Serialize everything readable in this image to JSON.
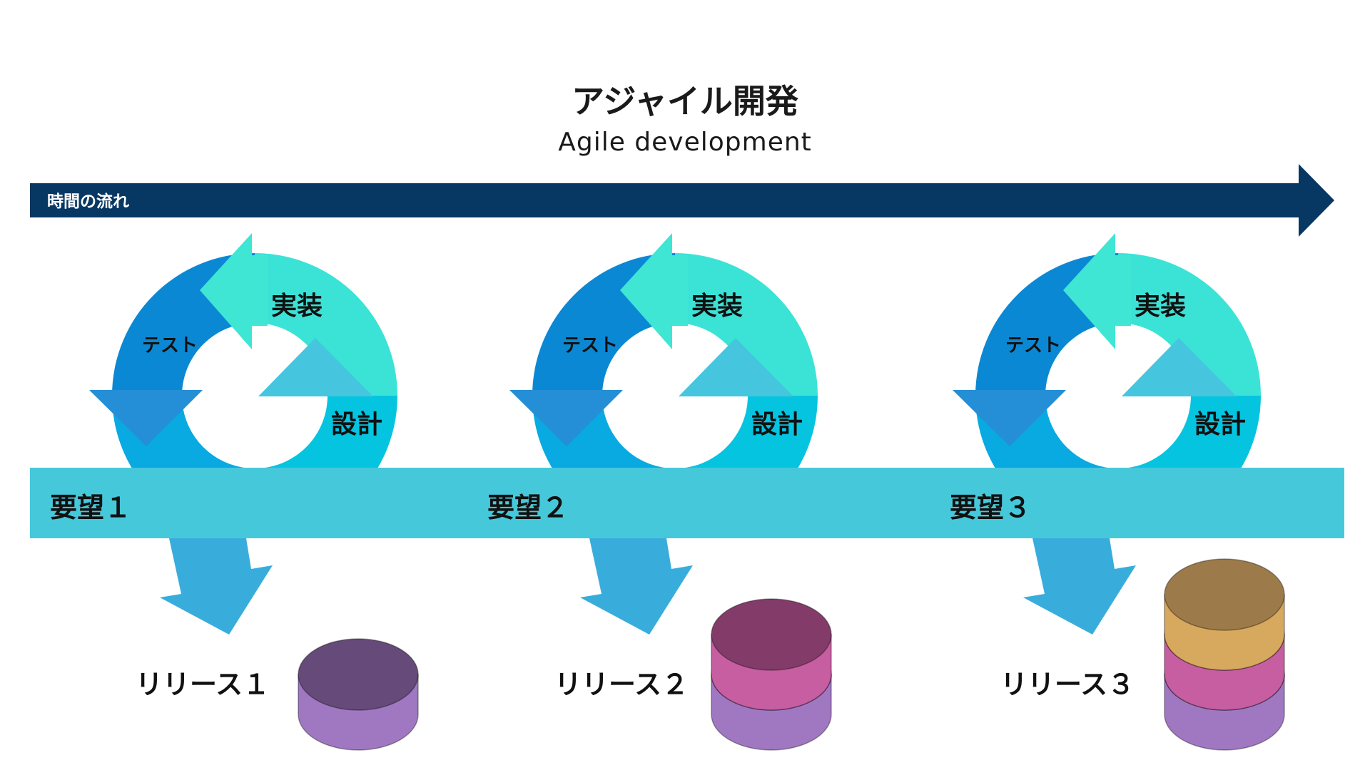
{
  "title": "アジャイル開発",
  "subtitle": "Agile development",
  "timeline": {
    "label": "時間の流れ",
    "color": "#073763"
  },
  "requirements_band": {
    "color": "#46C8DB"
  },
  "cycle_labels": {
    "implementation": "実装",
    "test": "テスト",
    "design": "設計"
  },
  "cycle_colors": {
    "implementation": "#3BE3D6",
    "test_upper": "#0B88D4",
    "test_lower": "#09A9E1",
    "design_lower": "#05C4E0",
    "implementation_arrowhead": "#3EE6D3",
    "design_arrowhead": "#45C6DE",
    "test_arrowhead": "#248FD6",
    "release_arrow": "#38ADDC"
  },
  "iterations": [
    {
      "requirement": "要望１",
      "release": "リリース１",
      "release_disks": 1
    },
    {
      "requirement": "要望２",
      "release": "リリース２",
      "release_disks": 2
    },
    {
      "requirement": "要望３",
      "release": "リリース３",
      "release_disks": 3
    }
  ],
  "disk_colors": [
    {
      "top": "#664A79",
      "side": "#A078C2"
    },
    {
      "top": "#833C69",
      "side": "#C65EA1"
    },
    {
      "top": "#9D7A4A",
      "side": "#D7A95E"
    }
  ]
}
